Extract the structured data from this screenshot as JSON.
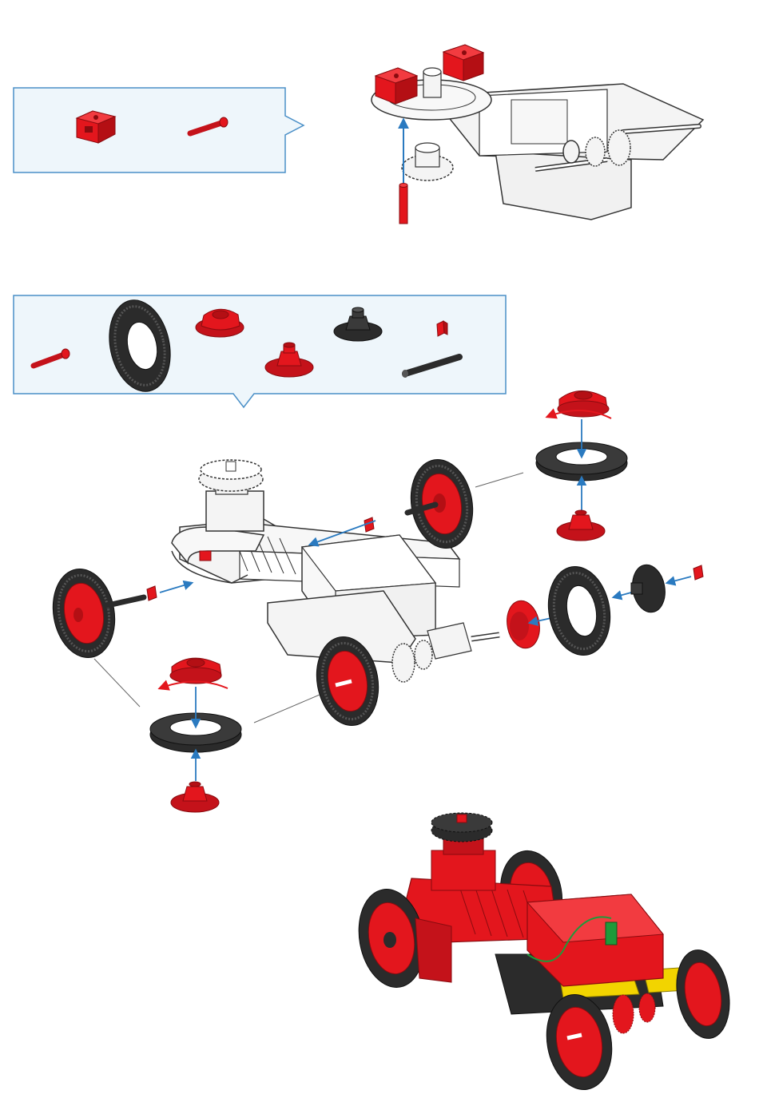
{
  "colors": {
    "part_red": "#e3161d",
    "part_red_dark": "#a30d12",
    "part_black": "#2b2b2b",
    "part_black_light": "#5a5a5a",
    "part_grey": "#f1f1f1",
    "outline": "#333333",
    "callout_fill": "#eef6fb",
    "callout_border": "#4a8fc7",
    "arrow_blue": "#2a7ac0",
    "rotate_red": "#e3161d",
    "part_yellow": "#f2d400",
    "cable_green": "#1f9a3a"
  },
  "step_1": {
    "parts_callout": [
      "building-block-15-icon",
      "red-connector-peg-icon"
    ],
    "assembly": "baseplate-with-turntable-and-gear"
  },
  "step_2": {
    "parts_callout": [
      "red-peg-icon",
      "tire-icon",
      "hub-nut-icon",
      "hub-icon",
      "black-hub-icon",
      "clip-ring-icon",
      "axle-icon"
    ],
    "assembly": "chassis-with-wheels-exploded"
  },
  "step_3": {
    "assembly": "finished-tractor-model"
  }
}
